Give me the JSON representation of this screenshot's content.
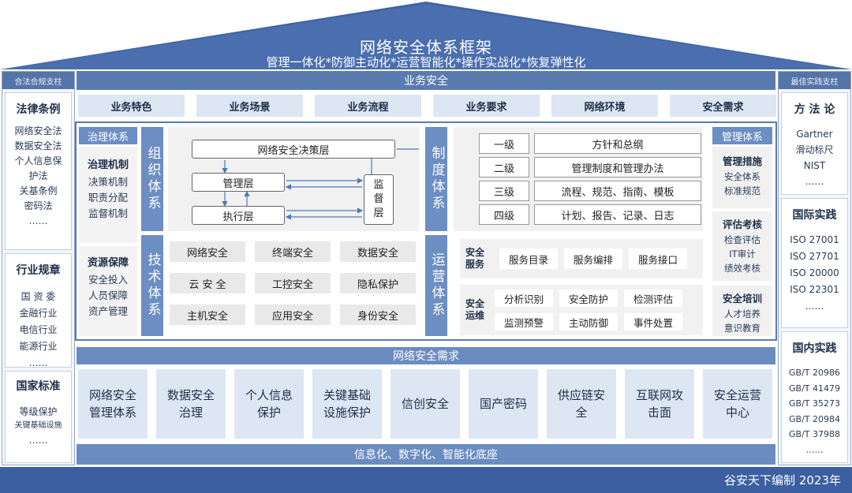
{
  "roof": {
    "title": "网络安全体系框架",
    "subtitle": "管理一体化*防御主动化*运营智能化*操作实战化*恢复弹性化"
  },
  "left_pillar": {
    "header": "合法合规支柱",
    "laws": {
      "title": "法律条例",
      "items": [
        "网络安全法",
        "数据安全法",
        "个人信息保",
        "护法",
        "关基条例",
        "密码法",
        "……"
      ]
    },
    "industry": {
      "title": "行业规章",
      "items": [
        "国 资 委",
        "金融行业",
        "电信行业",
        "能源行业",
        "……"
      ]
    },
    "national": {
      "title": "国家标准",
      "items": [
        "等级保护",
        "关键基础设施",
        "……"
      ]
    }
  },
  "right_pillar": {
    "header": "最佳实践支柱",
    "methodology": {
      "title": "方 法 论",
      "items": [
        "Gartner",
        "滑动标尺",
        "NIST",
        "……"
      ]
    },
    "international": {
      "title": "国际实践",
      "items": [
        "ISO 27001",
        "ISO 27701",
        "ISO 20000",
        "ISO 22301",
        "……"
      ]
    },
    "domestic": {
      "title": "国内实践",
      "items": [
        "GB/T 20986",
        "GB/T 41479",
        "GB/T 35273",
        "GB/T 20984",
        "GB/T 37988",
        "……"
      ]
    }
  },
  "business": {
    "title": "业务安全",
    "items": [
      "业务特色",
      "业务场景",
      "业务流程",
      "业务要求",
      "网络环境",
      "安全需求"
    ]
  },
  "governance": {
    "label": "治理体系",
    "mechanism": {
      "title": "治理机制",
      "items": [
        "决策机制",
        "职责分配",
        "监督机制"
      ]
    },
    "resources": {
      "title": "资源保障",
      "items": [
        "安全投入",
        "人员保障",
        "资产管理"
      ]
    }
  },
  "org_system": {
    "label": "组织体系",
    "decision": "网络安全决策层",
    "management": "管理层",
    "execution": "执行层",
    "supervision": "监督层"
  },
  "tech_system": {
    "label": "技术体系",
    "items": [
      "网络安全",
      "终端安全",
      "数据安全",
      "云 安 全",
      "工控安全",
      "隐私保护",
      "主机安全",
      "应用安全",
      "身份安全"
    ]
  },
  "policy_system": {
    "label": "制度体系",
    "levels": [
      {
        "level": "一级",
        "content": "方针和总纲"
      },
      {
        "level": "二级",
        "content": "管理制度和管理办法"
      },
      {
        "level": "三级",
        "content": "流程、规范、指南、模板"
      },
      {
        "level": "四级",
        "content": "计划、报告、记录、日志"
      }
    ]
  },
  "ops_system": {
    "label": "运营体系",
    "service": {
      "title": "安全服务",
      "items": [
        "服务目录",
        "服务编排",
        "服务接口"
      ]
    },
    "operations": {
      "title": "安全运维",
      "items": [
        "分析识别",
        "安全防护",
        "检测评估",
        "监测预警",
        "主动防御",
        "事件处置"
      ]
    }
  },
  "mgmt_system": {
    "label": "管理体系",
    "measures": {
      "title": "管理措施",
      "items": [
        "安全体系",
        "标准规范"
      ]
    },
    "assessment": {
      "title": "评估考核",
      "items": [
        "检查评估",
        "IT审计",
        "绩效考核"
      ]
    },
    "training": {
      "title": "安全培训",
      "items": [
        "人才培养",
        "意识教育"
      ]
    }
  },
  "demands": {
    "title": "网络安全需求",
    "items": [
      [
        "网络安全",
        "管理体系"
      ],
      [
        "数据安全",
        "治理"
      ],
      [
        "个人信息",
        "保护"
      ],
      [
        "关键基础",
        "设施保护"
      ],
      [
        "信创安全"
      ],
      [
        "国产密码"
      ],
      [
        "供应链安",
        "全"
      ],
      [
        "互联网攻",
        "击面"
      ],
      [
        "安全运营",
        "中心"
      ]
    ]
  },
  "base": "信息化、数字化、智能化底座",
  "footer": "谷安天下编制 2023年",
  "colors": {
    "roof": "#3f63a3",
    "primary": "#5a7bb0",
    "label": "#6c8ec2",
    "light": "#dde6f3"
  }
}
